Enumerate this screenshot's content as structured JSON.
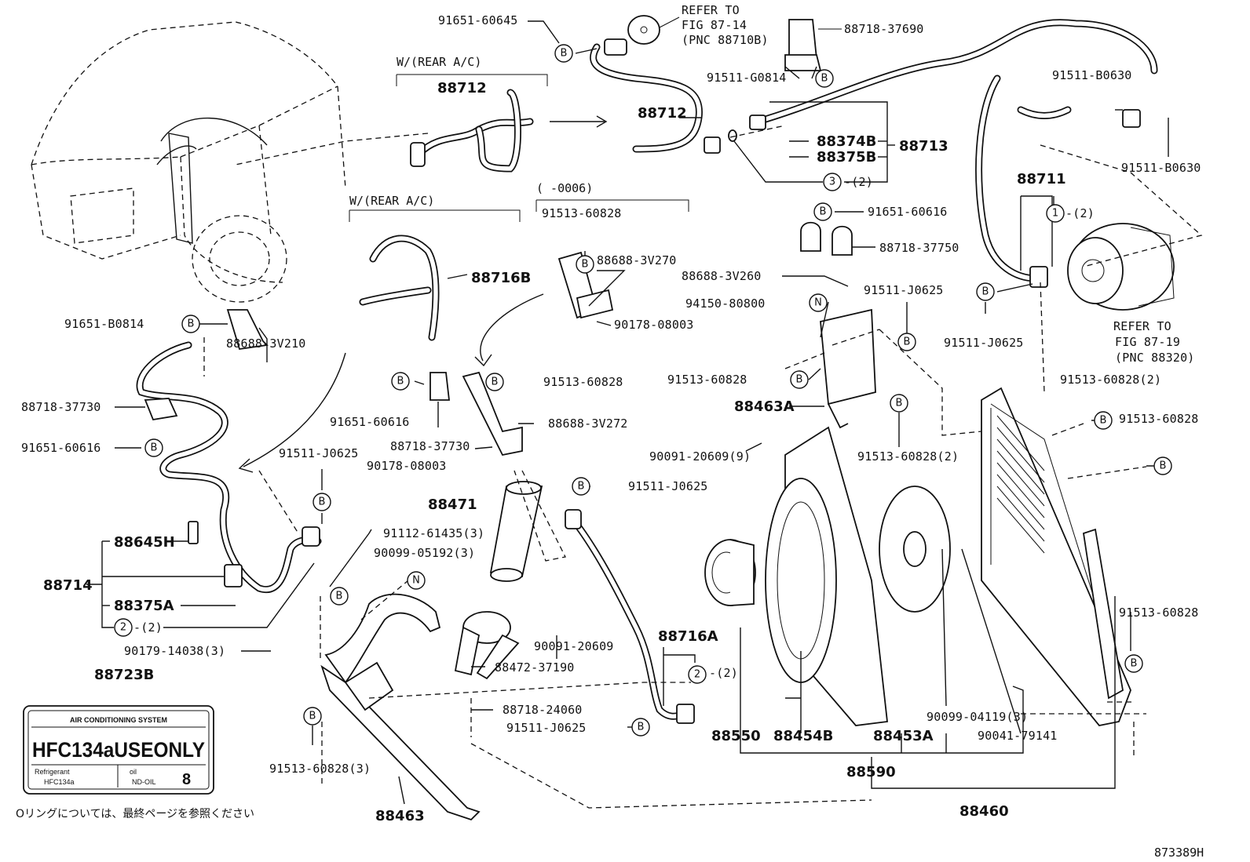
{
  "figure_id": "873389H",
  "note_jp": "Oリングについては、最終ページを参照ください",
  "conditions": {
    "rear_ac_1": "W/(REAR A/C)",
    "rear_ac_2": "W/(REAR A/C)",
    "date_range": "(      -0006)"
  },
  "refer_to": {
    "compressor": [
      "REFER TO",
      "FIG 87-19",
      "(PNC 88320)"
    ],
    "muffler": [
      "REFER TO",
      "FIG 87-14",
      "(PNC 88710B)"
    ]
  },
  "label": {
    "part": "88723B",
    "header": "AIR CONDITIONING SYSTEM",
    "main": "HFC134aUSEONLY",
    "refrigerant": "Refrigerant",
    "refrigerant_type": "HFC134a",
    "oil": "oil",
    "oil_type": "ND-OIL",
    "oil_no": "8"
  },
  "callouts": {
    "c1": "91651-60645",
    "c2": "88718-37690",
    "c3": "91511-G0814",
    "c4": "88712",
    "c5": "88712",
    "c6": "88374B",
    "c7": "88375B",
    "c8": "88713",
    "c9": "-(2)",
    "c10": "91511-B0630",
    "c11": "91511-B0630",
    "c12": "88711",
    "c13": "-(2)",
    "c14": "91513-60828",
    "c15": "88688-3V270",
    "c16": "88716B",
    "c17": "90178-08003",
    "c18": "91651-60616",
    "c19": "88718-37750",
    "c20": "88688-3V260",
    "c21": "94150-80800",
    "c22": "91511-J0625",
    "c23": "91511-J0625",
    "c24": "91651-B0814",
    "c25": "88688-3V210",
    "c26": "88718-37730",
    "c27": "91651-60616",
    "c28": "91651-60616",
    "c29": "88718-37730",
    "c30": "91513-60828",
    "c31": "88688-3V272",
    "c32": "90178-08003",
    "c33": "91513-60828",
    "c34": "88463A",
    "c35": "91513-60828(2)",
    "c36": "91513-60828",
    "c37": "90091-20609(9)",
    "c38": "91513-60828(2)",
    "c39": "91511-J0625",
    "c40": "91511-J0625",
    "c41": "88471",
    "c42": "91112-61435(3)",
    "c43": "90099-05192(3)",
    "c44": "88645H",
    "c45": "88714",
    "c46": "88375A",
    "c47": "-(2)",
    "c48": "90179-14038(3)",
    "c49": "90091-20609",
    "c50": "88472-37190",
    "c51": "88718-24060",
    "c52": "91511-J0625",
    "c53": "88716A",
    "c54": "-(2)",
    "c55": "91513-60828",
    "c56": "90099-04119(3)",
    "c57": "90041-79141",
    "c58": "88550",
    "c59": "88454B",
    "c60": "88453A",
    "c61": "88590",
    "c62": "88460",
    "c63": "91513-60828(3)",
    "c64": "88463"
  },
  "markers": {
    "B": "B",
    "N": "N",
    "one": "1",
    "two": "2",
    "three": "3"
  }
}
